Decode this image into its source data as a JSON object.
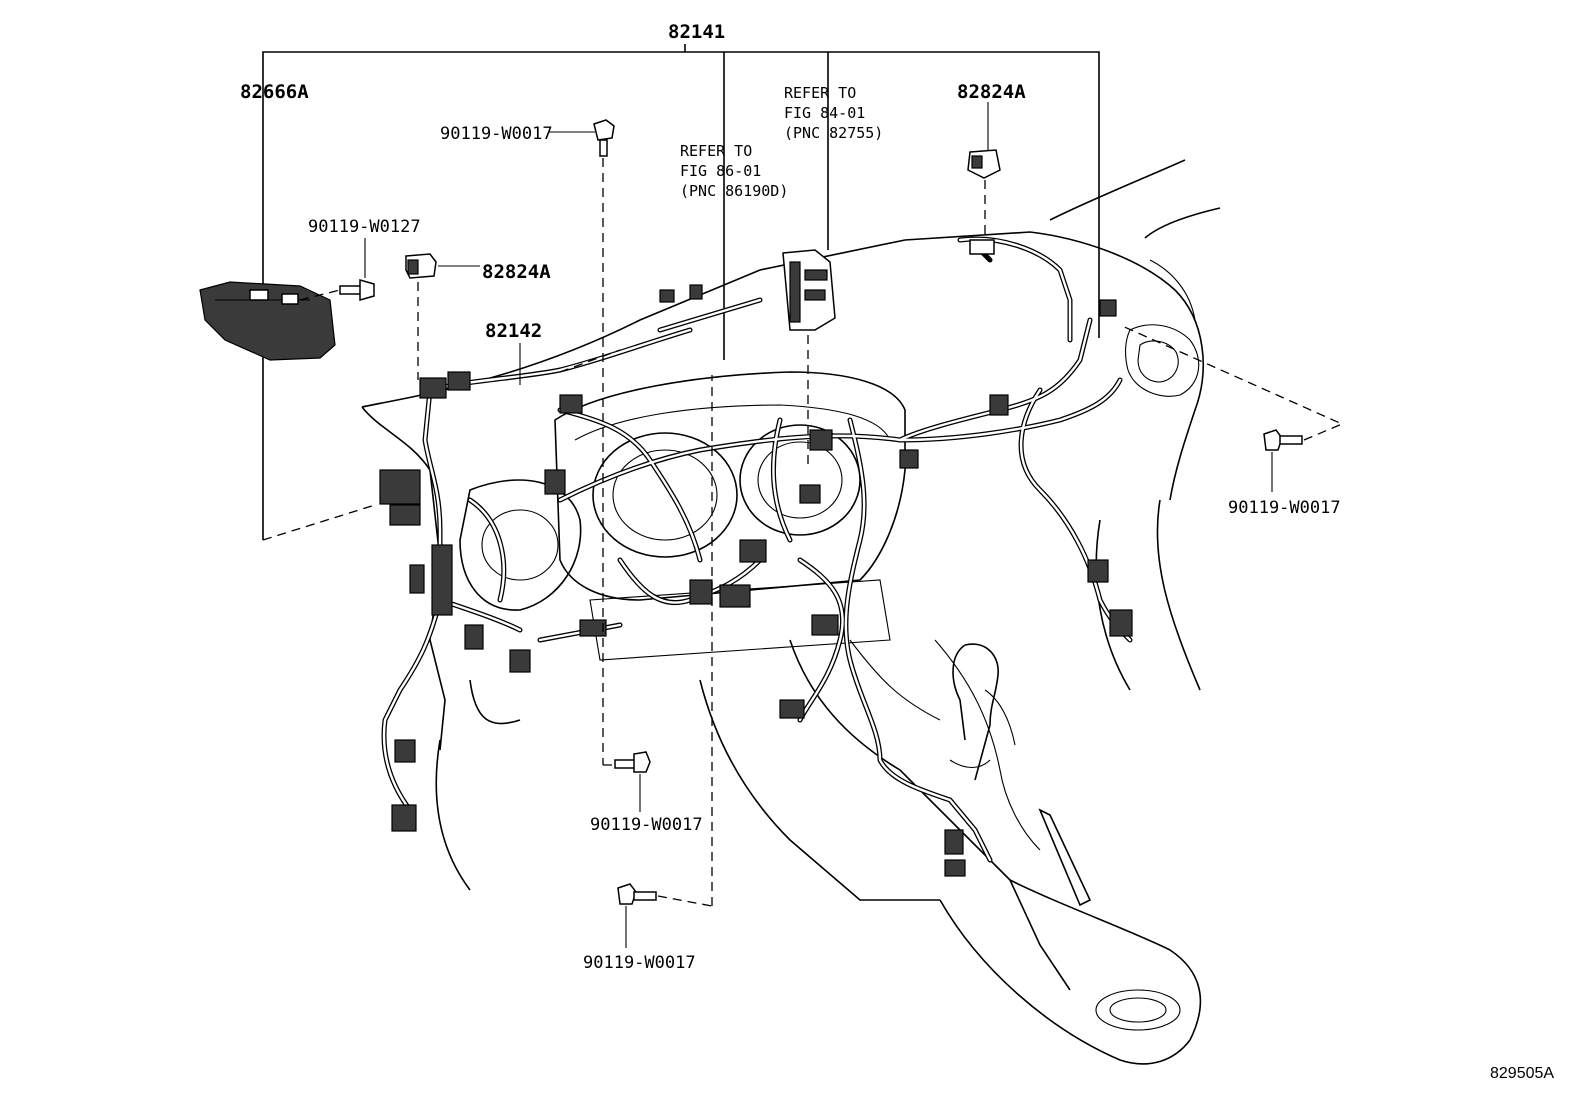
{
  "labels": {
    "harness_main": "82141",
    "cover_left": "82666A",
    "clamp_right": "82824A",
    "clamp_left": "82824A",
    "harness_sub": "82142",
    "bolt_top": "90119-W0017",
    "bolt_left": "90119-W0127",
    "bolt_right": "90119-W0017",
    "bolt_mid": "90119-W0017",
    "bolt_bottom": "90119-W0017"
  },
  "refer_notes": [
    {
      "line1": "REFER TO",
      "line2": "FIG 84-01",
      "line3": "(PNC 82755)"
    },
    {
      "line1": "REFER TO",
      "line2": "FIG 86-01",
      "line3": "(PNC 86190D)"
    }
  ],
  "figure_id": "829505A"
}
